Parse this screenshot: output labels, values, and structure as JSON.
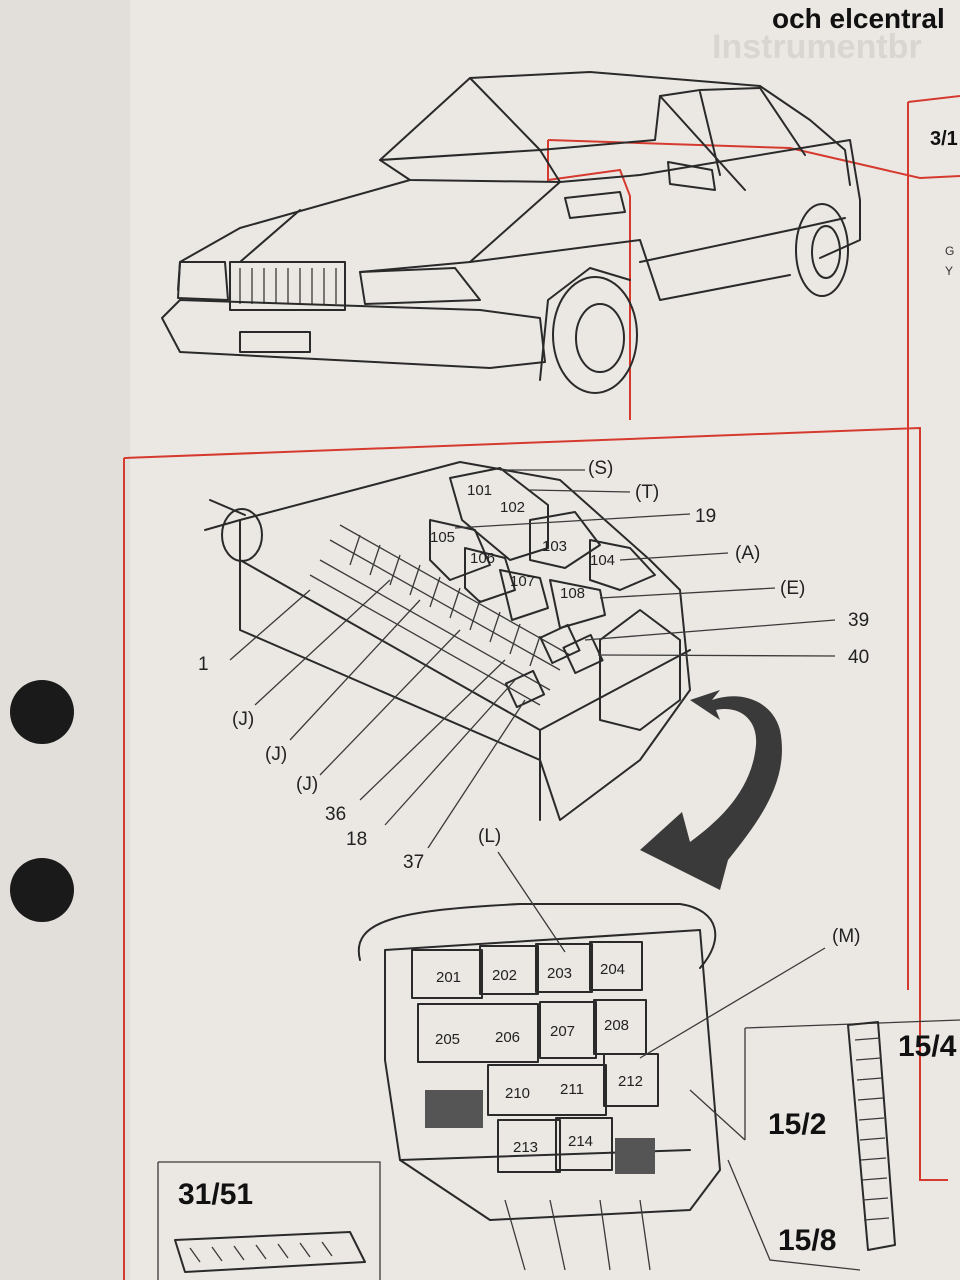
{
  "header": {
    "title_fragment": "och elcentral",
    "ghost_text": "Instrumentbr",
    "ref_fragment": "3/1",
    "side_letters": [
      "G",
      "Y"
    ]
  },
  "relay_box_labels": {
    "S": "(S)",
    "T": "(T)",
    "n19": "19",
    "A": "(A)",
    "E": "(E)",
    "n39": "39",
    "n40": "40",
    "n1": "1",
    "J1": "(J)",
    "J2": "(J)",
    "J3": "(J)",
    "n36": "36",
    "n18": "18",
    "n37": "37"
  },
  "relay_box_fuses": [
    "101",
    "102",
    "103",
    "104",
    "105",
    "106",
    "107",
    "108"
  ],
  "lower_box": {
    "L": "(L)",
    "M": "(M)",
    "fuses": [
      "201",
      "202",
      "203",
      "204",
      "205",
      "206",
      "207",
      "208",
      "210",
      "211",
      "212",
      "213",
      "214"
    ]
  },
  "connectors": {
    "c31_51": "31/51",
    "c15_2": "15/2",
    "c15_4": "15/4",
    "c15_8": "15/8"
  }
}
